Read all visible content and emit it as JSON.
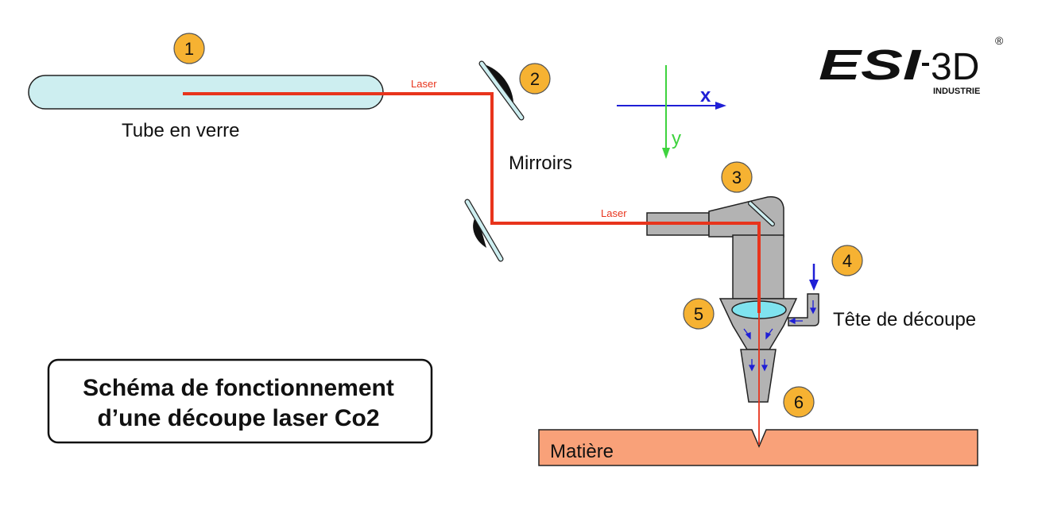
{
  "labels": {
    "tube": "Tube en verre",
    "mirrors": "Mirroirs",
    "head": "Tête de découpe",
    "material": "Matière",
    "laser_1": "Laser",
    "laser_2": "Laser"
  },
  "axes": {
    "x": "x",
    "y": "y"
  },
  "numbers": [
    "1",
    "2",
    "3",
    "4",
    "5",
    "6"
  ],
  "title": {
    "line1": "Schéma de fonctionnement",
    "line2": "d’une découpe laser Co2"
  },
  "logo": {
    "brand": "ESI",
    "suffix": "3D",
    "registered": "®",
    "subtitle": "INDUSTRIE"
  },
  "colors": {
    "laser": "#e8341c",
    "tube_fill": "#cdeef0",
    "badge_fill": "#f6b232",
    "head_fill": "#b3b3b3",
    "material_fill": "#f9a179",
    "axis_x": "#1f1fd6",
    "axis_y": "#3ed33e",
    "gas_arrow": "#1f1fd6"
  }
}
